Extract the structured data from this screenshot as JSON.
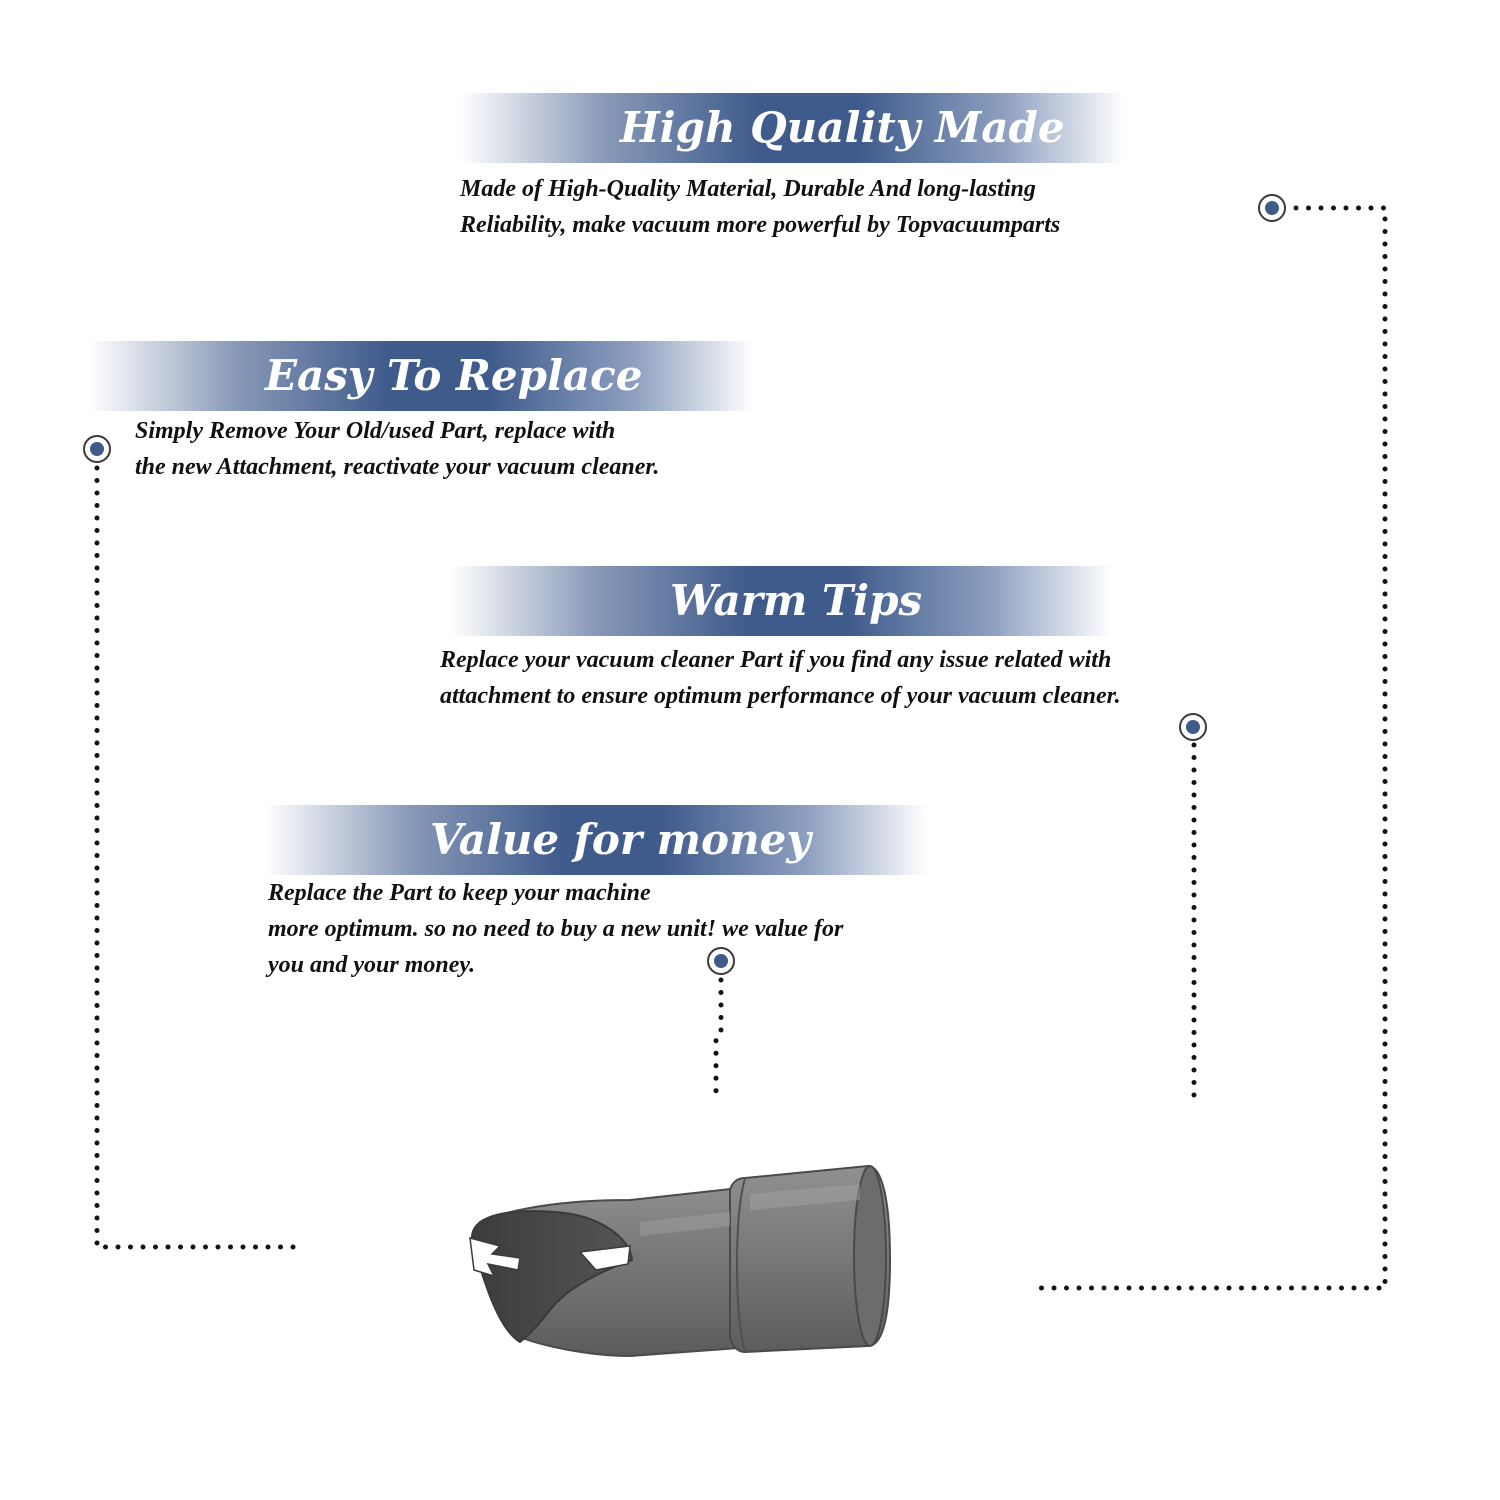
{
  "sections": [
    {
      "title": "High Quality Made",
      "lines": [
        "Made of  High-Quality Material, Durable And long-lasting",
        "Reliability, make vacuum more powerful by Topvacuumparts"
      ]
    },
    {
      "title": "Easy To Replace",
      "lines": [
        "Simply Remove Your Old/used Part, replace with",
        "the new Attachment, reactivate your vacuum cleaner."
      ]
    },
    {
      "title": "Warm Tips",
      "lines": [
        "Replace your vacuum cleaner Part if you find any issue related with",
        " attachment to ensure optimum performance of your vacuum cleaner."
      ]
    },
    {
      "title": "Value for money",
      "lines": [
        "Replace the Part to keep your machine",
        "more optimum. so no need to buy a new unit! we value for",
        "you and your money."
      ]
    }
  ],
  "colors": {
    "banner": "#3f5b8c",
    "marker_dot": "#3f5b8c",
    "text": "#111111",
    "dotted_line": "#111111",
    "product": "#7b7b7d"
  },
  "product": {
    "icon": "vacuum-nozzle-attachment-icon"
  }
}
